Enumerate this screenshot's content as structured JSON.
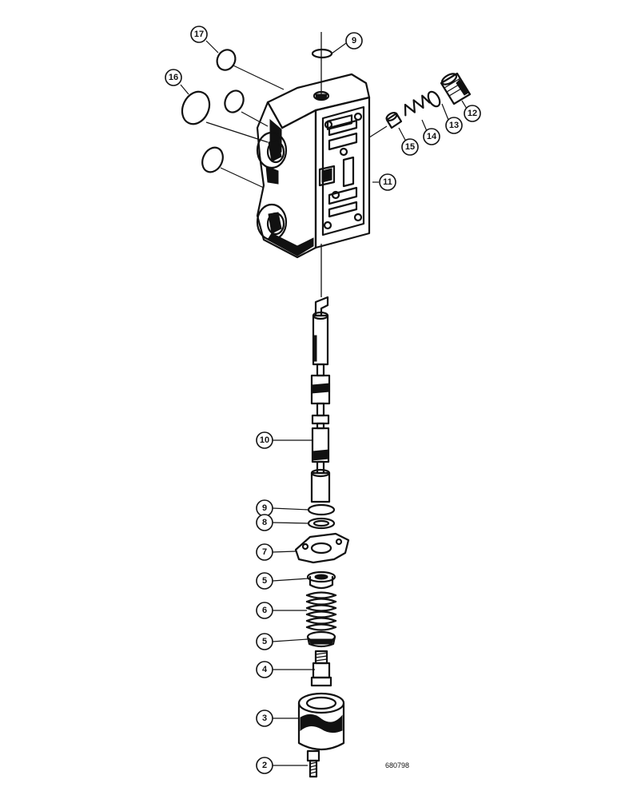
{
  "figure_id": "680798",
  "callouts": {
    "c2": "2",
    "c3": "3",
    "c4": "4",
    "c5a": "5",
    "c6": "6",
    "c5b": "5",
    "c7": "7",
    "c8": "8",
    "c9a": "9",
    "c10": "10",
    "c11": "11",
    "c12": "12",
    "c13": "13",
    "c14": "14",
    "c15": "15",
    "c16": "16",
    "c17": "17",
    "c9b": "9"
  },
  "ink_color": "#111111",
  "background_color": "#ffffff"
}
